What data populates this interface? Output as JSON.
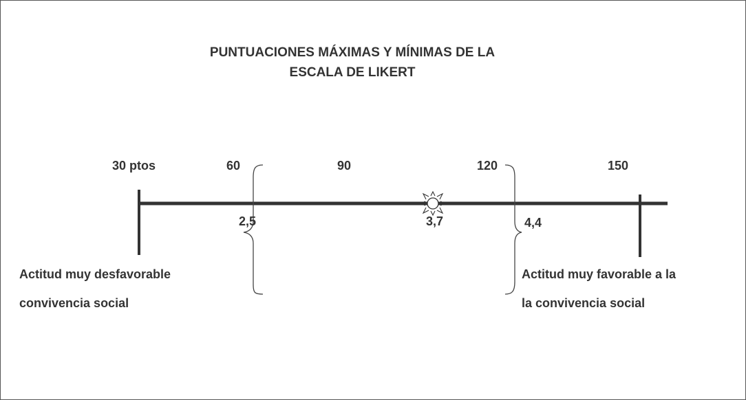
{
  "title": {
    "line1": "PUNTUACIONES MÁXIMAS Y MÍNIMAS DE LA",
    "line2": "ESCALA DE LIKERT"
  },
  "scale": {
    "top_labels": [
      "30 ptos",
      "60",
      "90",
      "120",
      "150"
    ],
    "bottom_labels": [
      "2,5",
      "3,7",
      "4,4"
    ]
  },
  "captions": {
    "left_line1": "Actitud muy desfavorable",
    "left_line2": "convivencia social",
    "right_line1": "Actitud muy favorable a la",
    "right_line2": "la convivencia social"
  },
  "colors": {
    "line": "#333333",
    "text": "#333333",
    "border": "#555555"
  },
  "icons": [
    "sun-icon"
  ]
}
